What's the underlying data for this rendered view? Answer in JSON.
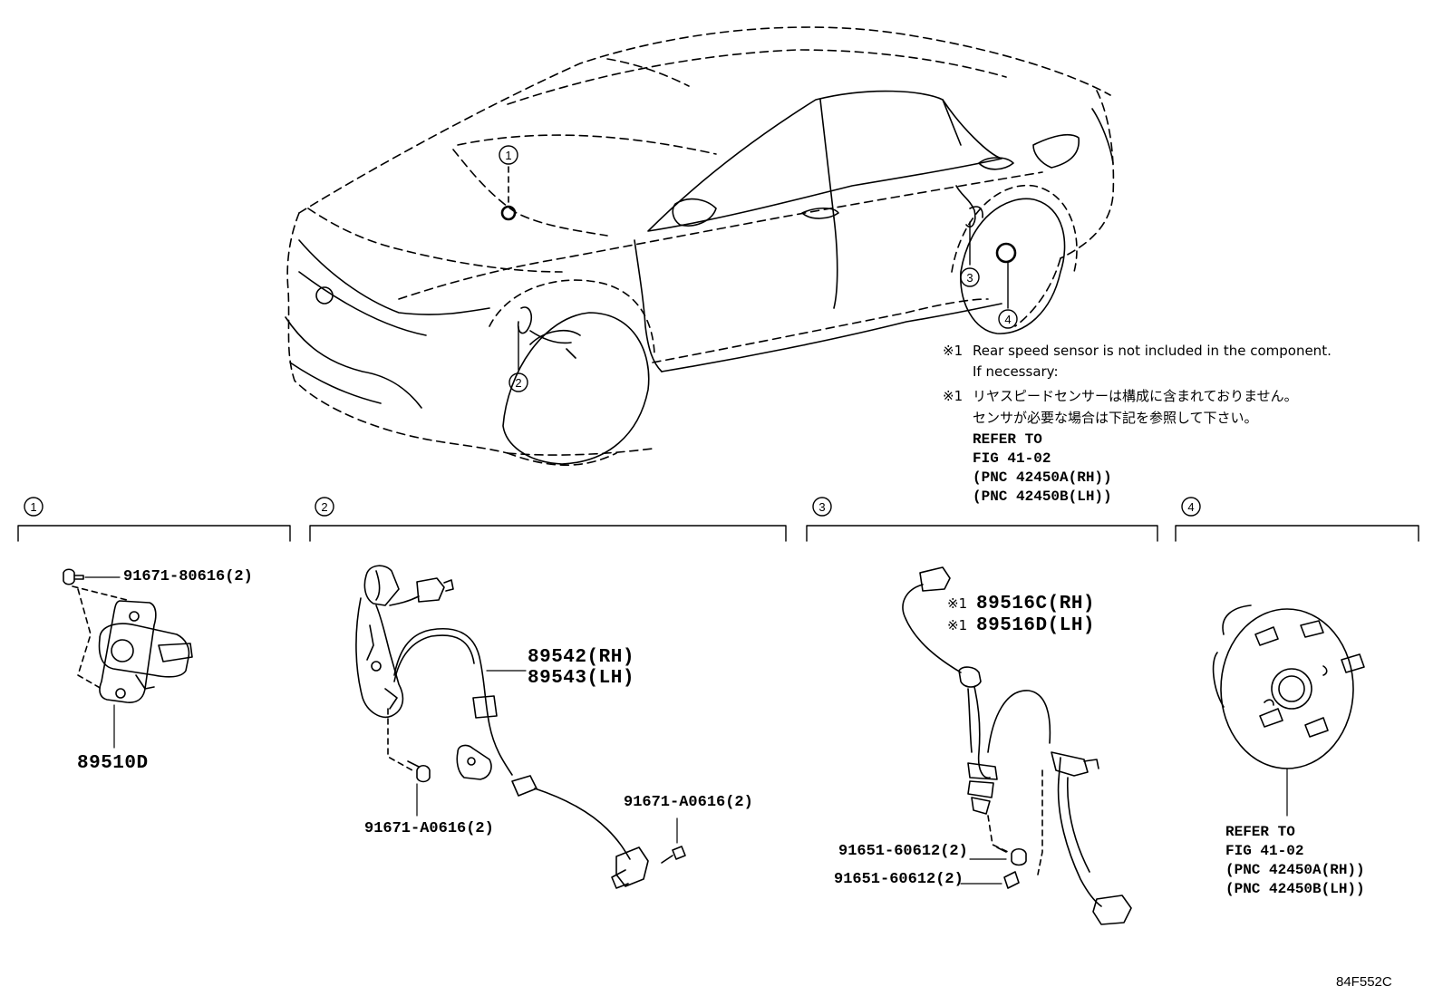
{
  "callouts": [
    "1",
    "2",
    "3",
    "4"
  ],
  "note": {
    "mark": "※1",
    "en_line1": "Rear speed sensor is not included in the component.",
    "en_line2": "If necessary:",
    "jp_line1": "リヤスピードセンサーは構成に含まれておりません。",
    "jp_line2": "センサが必要な場合は下記を参照して下さい。",
    "refer": [
      "REFER TO",
      "FIG 41-02",
      "(PNC 42450A(RH))",
      "(PNC 42450B(LH))"
    ]
  },
  "section1": {
    "bolt": "91671-80616(2)",
    "part": "89510D"
  },
  "section2": {
    "sensor_rh": "89542(RH)",
    "sensor_lh": "89543(LH)",
    "bolt_left": "91671-A0616(2)",
    "bolt_right": "91671-A0616(2)"
  },
  "section3": {
    "mark": "※1",
    "sensor_rh": "89516C(RH)",
    "sensor_lh": "89516D(LH)",
    "bolt_upper": "91651-60612(2)",
    "bolt_lower": "91651-60612(2)"
  },
  "section4": {
    "refer": [
      "REFER TO",
      "FIG 41-02",
      "(PNC 42450A(RH))",
      "(PNC 42450B(LH))"
    ]
  },
  "figure_code": "84F552C"
}
